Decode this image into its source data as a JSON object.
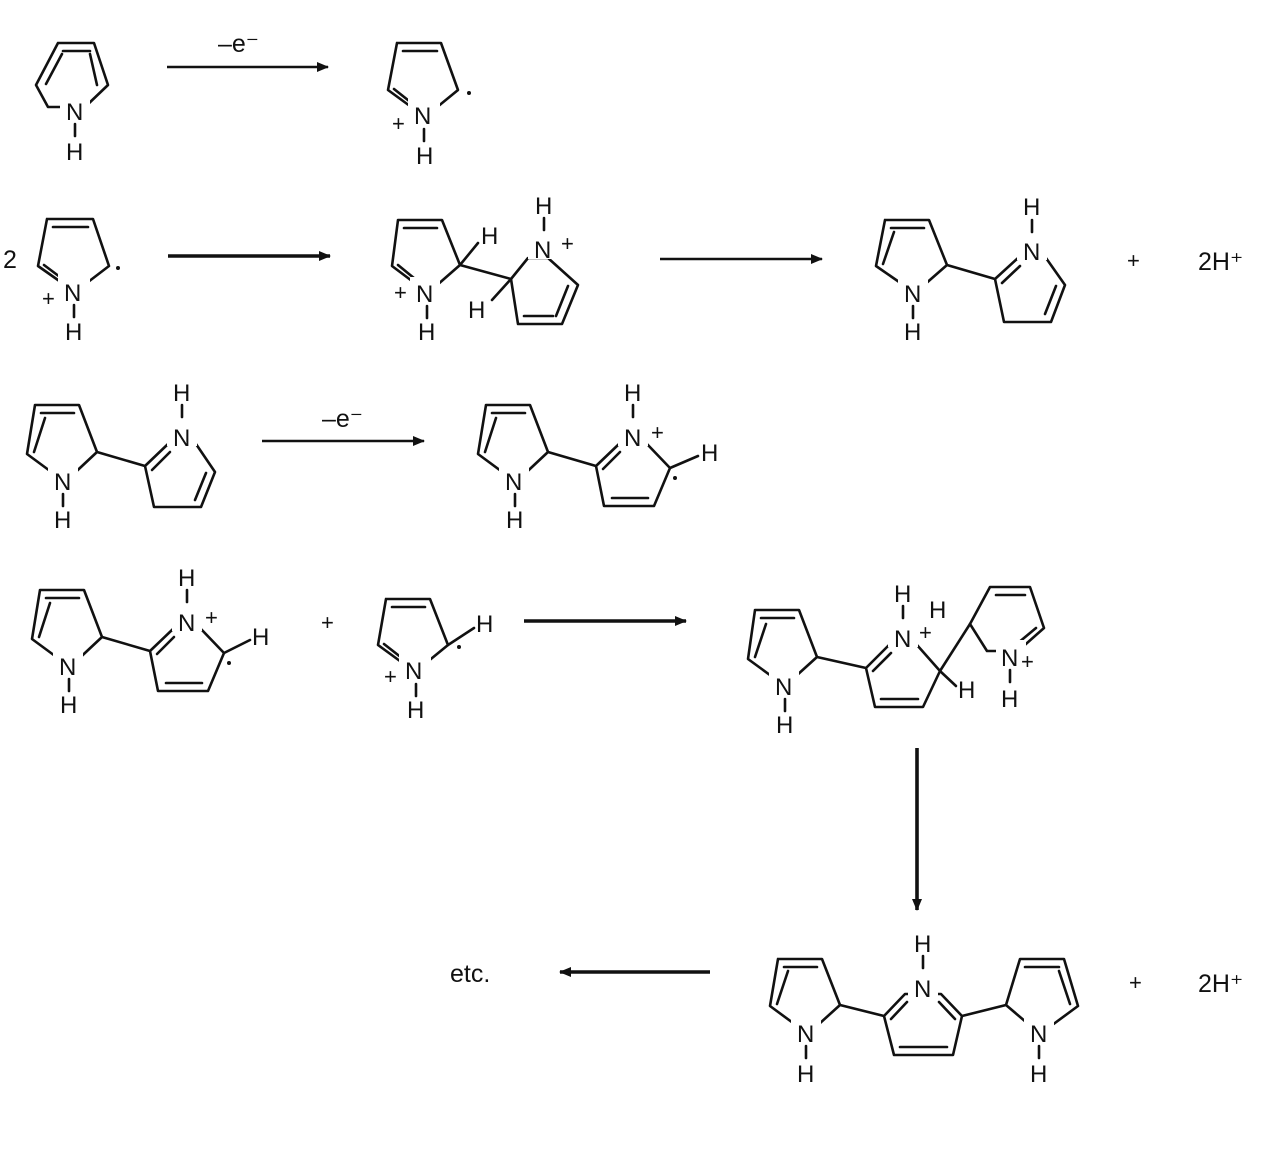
{
  "labels": {
    "N": "N",
    "H": "H",
    "plus": "+",
    "minus_e": "–e⁻",
    "coef_two": "2",
    "two_h_plus": "2H⁺",
    "etc": "etc."
  },
  "colors": {
    "ink": "#111111",
    "background": "#ffffff"
  },
  "steps": [
    {
      "arrow": "minus_e",
      "description_reagent": "–e⁻"
    },
    {
      "arrow": "coupling"
    },
    {
      "arrow": "deprotonation",
      "product_extra": "2H⁺"
    },
    {
      "arrow": "minus_e",
      "description_reagent": "–e⁻"
    },
    {
      "arrow": "coupling"
    },
    {
      "arrow": "deprotonation",
      "product_extra": "2H⁺"
    },
    {
      "arrow": "continuation",
      "result": "etc."
    }
  ]
}
